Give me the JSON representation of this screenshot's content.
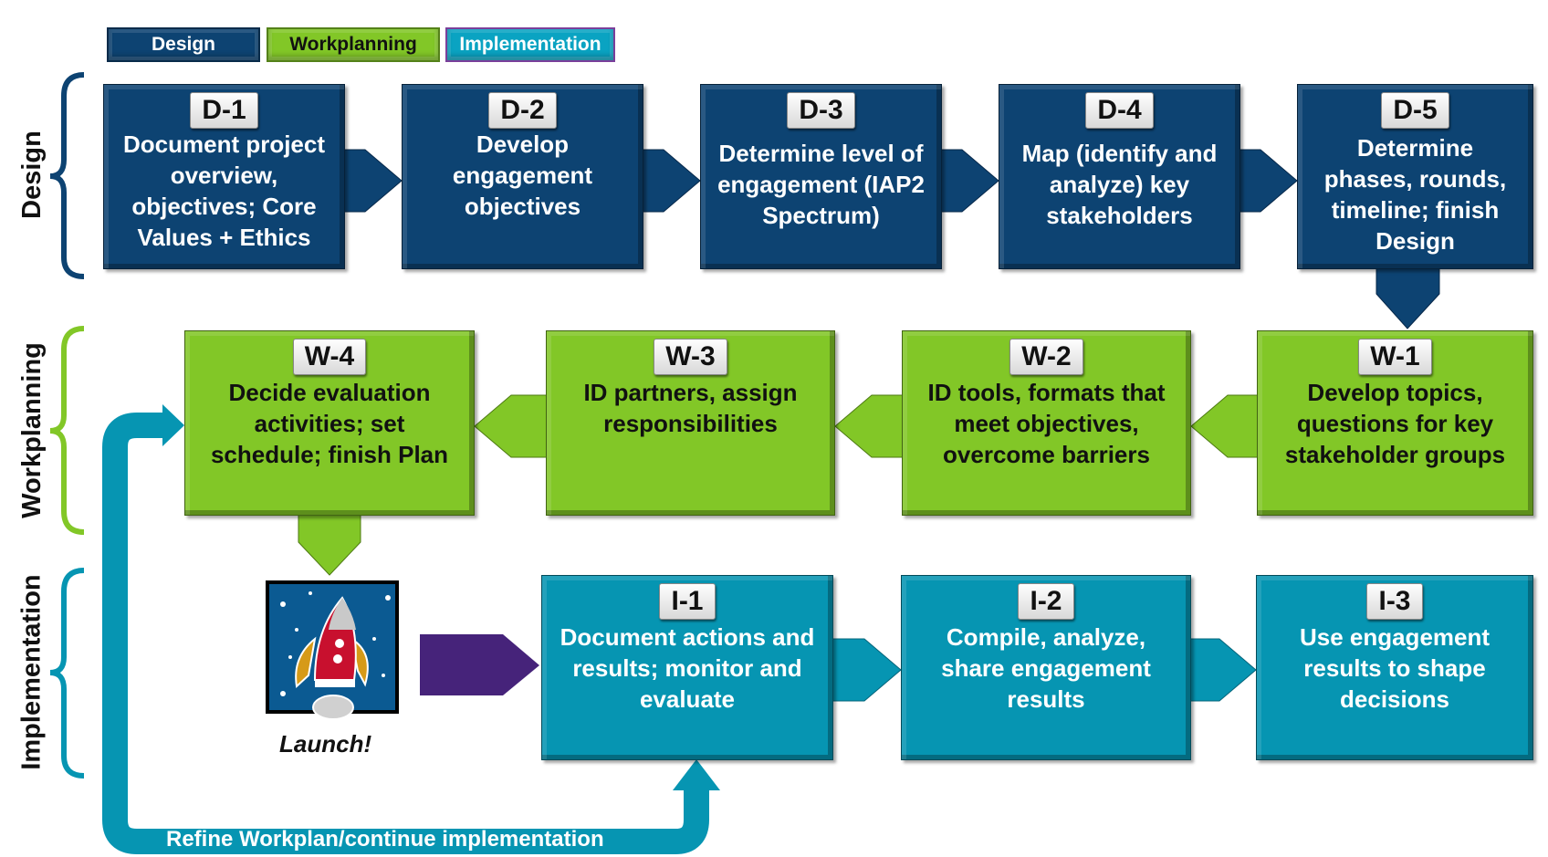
{
  "legend": [
    {
      "label": "Design",
      "color": "#0d4372",
      "text_color": "#ffffff"
    },
    {
      "label": "Workplanning",
      "color": "#82c727",
      "text_color": "#111111"
    },
    {
      "label": "Implementation",
      "color": "#0aa3c2",
      "text_color": "#ffffff"
    }
  ],
  "phases": {
    "design": {
      "label": "Design",
      "color": "#0d4372"
    },
    "workplanning": {
      "label": "Workplanning",
      "color": "#82c727"
    },
    "implementation": {
      "label": "Implementation",
      "color": "#0695b2"
    }
  },
  "design_steps": [
    {
      "id": "D-1",
      "text": "Document project overview, objectives; Core Values + Ethics"
    },
    {
      "id": "D-2",
      "text": "Develop engagement objectives"
    },
    {
      "id": "D-3",
      "text": "Determine level of engagement (IAP2 Spectrum)"
    },
    {
      "id": "D-4",
      "text": "Map (identify and analyze) key stakeholders"
    },
    {
      "id": "D-5",
      "text": "Determine phases, rounds, timeline; finish Design"
    }
  ],
  "workplanning_steps": [
    {
      "id": "W-4",
      "text": "Decide evaluation activities; set schedule; finish Plan"
    },
    {
      "id": "W-3",
      "text": "ID partners, assign responsibilities"
    },
    {
      "id": "W-2",
      "text": "ID tools, formats that meet objectives, overcome barriers"
    },
    {
      "id": "W-1",
      "text": "Develop topics, questions for key stakeholder groups"
    }
  ],
  "implementation_steps": [
    {
      "id": "I-1",
      "text": "Document actions and results; monitor and evaluate"
    },
    {
      "id": "I-2",
      "text": "Compile, analyze, share engagement results"
    },
    {
      "id": "I-3",
      "text": "Use engagement results to shape decisions"
    }
  ],
  "launch": {
    "label": "Launch!",
    "icon": "rocket-icon"
  },
  "feedback_loop": {
    "label": "Refine Workplan/continue implementation",
    "color": "#0695b2"
  },
  "launch_arrow_color": "#46237a"
}
